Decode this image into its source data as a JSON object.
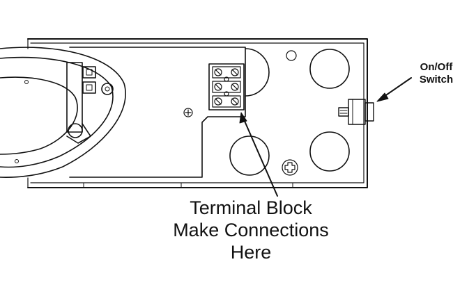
{
  "diagram": {
    "colors": {
      "stroke": "#111111",
      "background": "#ffffff"
    },
    "callouts": {
      "switch": {
        "lines": [
          "On/Off",
          "Switch"
        ]
      },
      "terminal_block": {
        "lines": [
          "Terminal Block",
          "Make Connections",
          "Here"
        ]
      }
    },
    "components": [
      "housing",
      "gas-valve",
      "terminal-block",
      "knockout-holes",
      "on-off-switch",
      "mounting-screws"
    ]
  }
}
